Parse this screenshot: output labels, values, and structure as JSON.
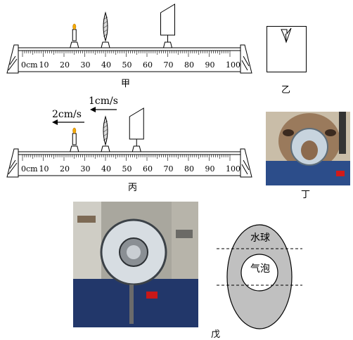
{
  "bench_top": {
    "caption": "甲",
    "tick_labels": [
      "0cm",
      "10",
      "20",
      "30",
      "40",
      "50",
      "60",
      "70",
      "80",
      "90",
      "100"
    ],
    "candle_cm": 25,
    "lens_cm": 40,
    "screen_cm": 70
  },
  "screen_image": {
    "caption": "乙"
  },
  "bench_bottom": {
    "caption": "丙",
    "tick_labels": [
      "0cm",
      "10",
      "20",
      "30",
      "40",
      "50",
      "60",
      "70",
      "80",
      "90",
      "100"
    ],
    "candle_cm": 25,
    "lens_cm": 40,
    "screen_cm": 55,
    "speed_screen": "1cm/s",
    "speed_candle": "2cm/s"
  },
  "photo_ding": {
    "caption": "丁"
  },
  "photo_wu": {
    "caption": "戊"
  },
  "water_ball_diagram": {
    "outer_label": "水球",
    "inner_label": "气泡"
  }
}
